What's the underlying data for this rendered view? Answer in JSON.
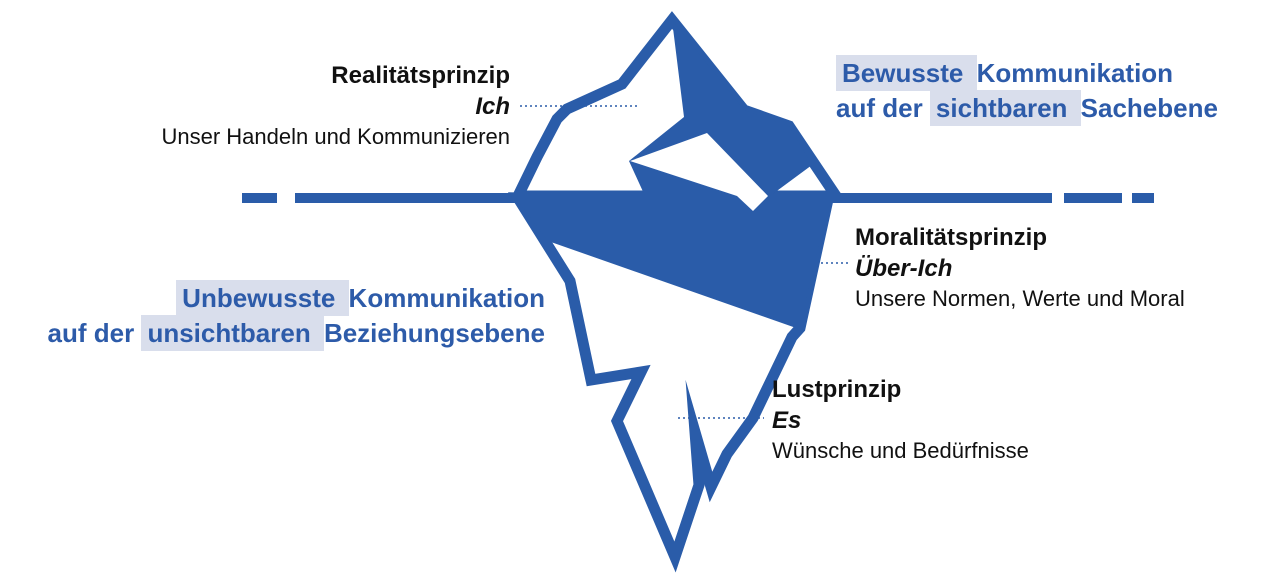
{
  "palette": {
    "shape_blue": "#2A5CA9",
    "text_blue": "#2D5BA9",
    "hl_bg": "#D9DEEC",
    "text_black": "#111111"
  },
  "labels": {
    "reality": {
      "title": "Realitätsprinzip",
      "ego": "Ich",
      "desc": "Unser Handeln und Kommunizieren"
    },
    "morality": {
      "title": "Moralitätsprinzip",
      "ego": "Über-Ich",
      "desc": "Unsere Normen, Werte und Moral"
    },
    "pleasure": {
      "title": "Lustprinzip",
      "ego": "Es",
      "desc": "Wünsche und Bedürfnisse"
    }
  },
  "banners": {
    "conscious": {
      "line1": [
        {
          "text": "Bewusste ",
          "hl": true
        },
        {
          "text": "Kommunikation",
          "hl": false
        }
      ],
      "line2": [
        {
          "text": "auf der ",
          "hl": false
        },
        {
          "text": "sichtbaren ",
          "hl": true
        },
        {
          "text": "Sachebene",
          "hl": false
        }
      ]
    },
    "unconscious": {
      "line1": [
        {
          "text": "Unbewusste ",
          "hl": true
        },
        {
          "text": "Kommunikation",
          "hl": false
        }
      ],
      "line2": [
        {
          "text": "auf der ",
          "hl": false
        },
        {
          "text": "unsichtbaren ",
          "hl": true
        },
        {
          "text": "Beziehungsebene",
          "hl": false
        }
      ]
    }
  }
}
